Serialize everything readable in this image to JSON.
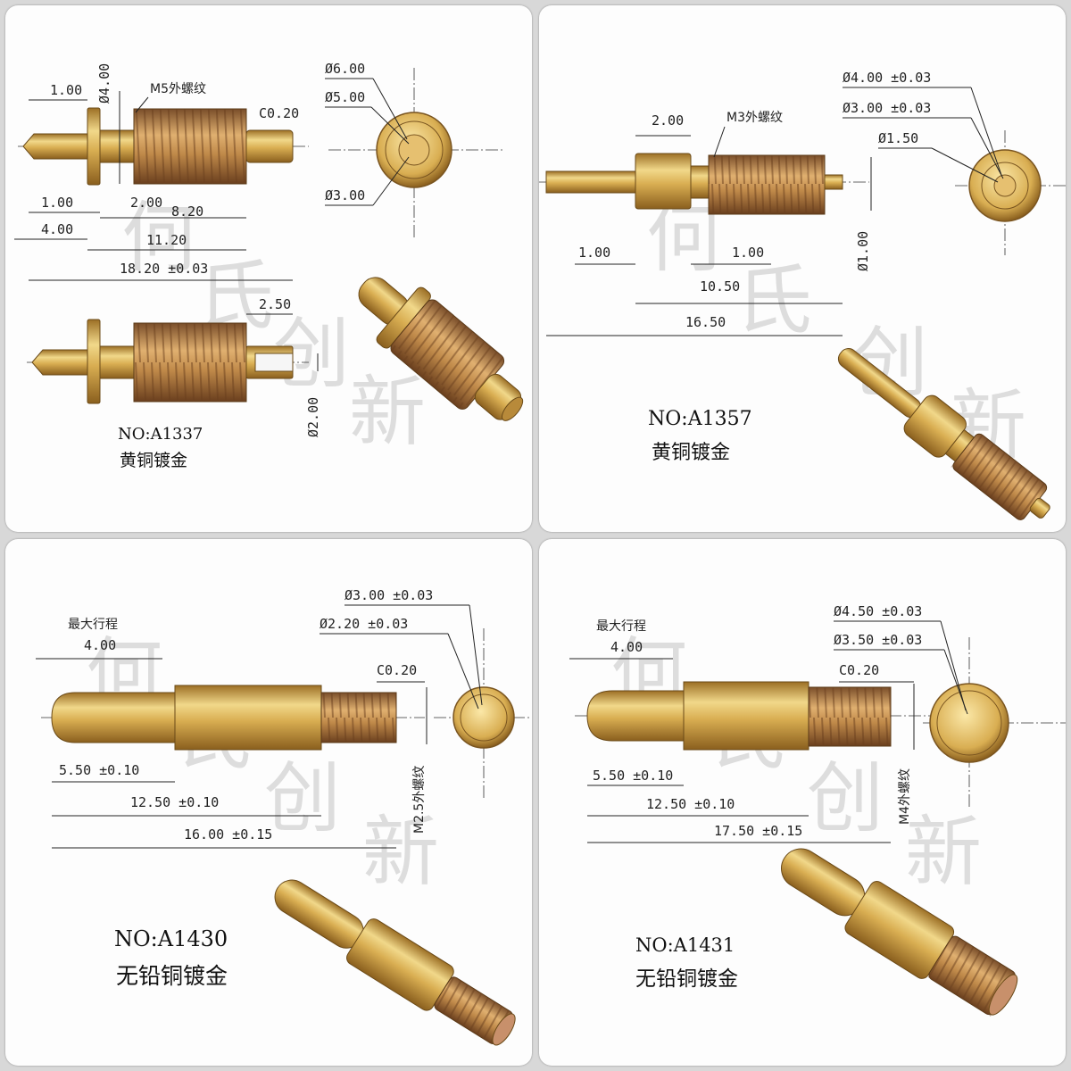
{
  "colors": {
    "brass_light": "#f1d88a",
    "brass_mid": "#d9ae52",
    "brass_dark": "#9c6f25",
    "copper": "#c8906b",
    "thread_dark": "#7a4e2a"
  },
  "watermark": [
    "何",
    "氏",
    "创",
    "新"
  ],
  "panels": [
    {
      "part_no": "NO:A1337",
      "material": "黄铜镀金",
      "dims": {
        "d1": "1.00",
        "d2": "Ø4.00",
        "thread": "M5外螺纹",
        "chamfer": "C0.20",
        "d3": "1.00",
        "d4": "2.00",
        "d5": "8.20",
        "d6": "4.00",
        "d7": "11.20",
        "total": "18.20 ±0.03",
        "hole_depth": "2.50",
        "hole_dia": "Ø2.00",
        "od1": "Ø6.00",
        "od2": "Ø5.00",
        "od3": "Ø3.00"
      }
    },
    {
      "part_no": "NO:A1357",
      "material": "黄铜镀金",
      "dims": {
        "collar": "2.00",
        "thread": "M3外螺纹",
        "od1": "Ø4.00 ±0.03",
        "od2": "Ø3.00 ±0.03",
        "od3": "Ø1.50",
        "tip": "Ø1.00",
        "l1": "1.00",
        "l2": "1.00",
        "l3": "10.50",
        "total": "16.50"
      }
    },
    {
      "part_no": "NO:A1430",
      "material": "无铅铜镀金",
      "dims": {
        "stroke_label": "最大行程",
        "stroke": "4.00",
        "od1": "Ø3.00 ±0.03",
        "od2": "Ø2.20 ±0.03",
        "chamfer": "C0.20",
        "l1": "5.50 ±0.10",
        "l2": "12.50 ±0.10",
        "total": "16.00 ±0.15",
        "thread": "M2.5外螺纹"
      }
    },
    {
      "part_no": "NO:A1431",
      "material": "无铅铜镀金",
      "dims": {
        "stroke_label": "最大行程",
        "stroke": "4.00",
        "od1": "Ø4.50 ±0.03",
        "od2": "Ø3.50 ±0.03",
        "chamfer": "C0.20",
        "l1": "5.50 ±0.10",
        "l2": "12.50 ±0.10",
        "total": "17.50 ±0.15",
        "thread": "M4外螺纹"
      }
    }
  ]
}
